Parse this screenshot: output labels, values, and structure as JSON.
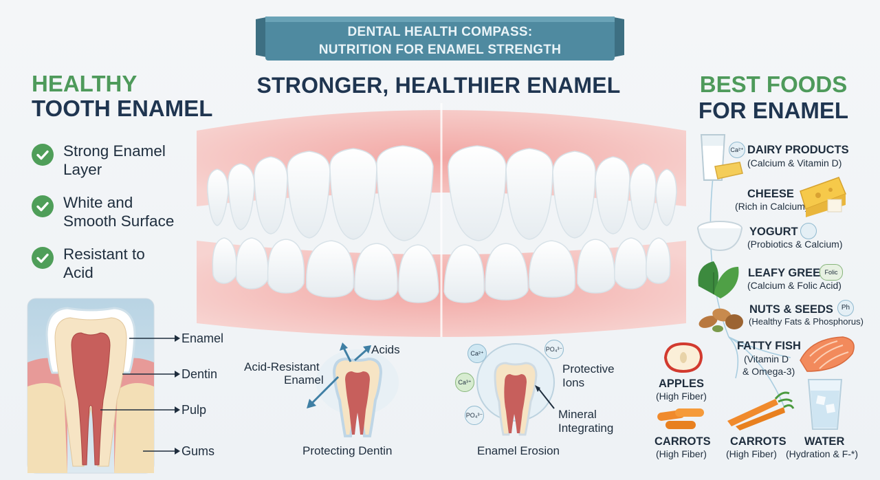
{
  "banner": {
    "line1": "DENTAL HEALTH COMPASS:",
    "line2": "NUTRITION FOR ENAMEL STRENGTH"
  },
  "left": {
    "title_green": "HEALTHY",
    "title_dark": "TOOTH ENAMEL",
    "features": [
      {
        "line1": "Strong Enamel",
        "line2": "Layer"
      },
      {
        "line1": "White and",
        "line2": "Smooth Surface"
      },
      {
        "line1": "Resistant to",
        "line2": "Acid"
      }
    ],
    "anatomy": [
      "Enamel",
      "Dentin",
      "Pulp",
      "Gums"
    ]
  },
  "center": {
    "title": "STRONGER, HEALTHIER ENAMEL",
    "diagram_left": {
      "acids": "Acids",
      "acid_resistant_1": "Acid-Resistant",
      "acid_resistant_2": "Enamel",
      "caption": "Protecting Dentin"
    },
    "diagram_right": {
      "ions": [
        "Ca²⁺",
        "PO₄³⁻",
        "Ca³⁺",
        "PO₄³⁻"
      ],
      "protective_1": "Protective",
      "protective_2": "Ions",
      "mineral_1": "Mineral",
      "mineral_2": "Integrating",
      "caption": "Enamel Erosion"
    }
  },
  "right": {
    "title_green": "BEST FOODS",
    "title_dark": "FOR ENAMEL",
    "foods": [
      {
        "name": "DAIRY PRODUCTS",
        "desc": "(Calcium & Vitamin D)",
        "badge": "Ca²⁺"
      },
      {
        "name": "CHEESE",
        "desc": "(Rich in Calcium)"
      },
      {
        "name": "YOGURT",
        "desc": "(Probiotics & Calcium)"
      },
      {
        "name": "LEAFY GREENS",
        "desc": "(Calcium & Folic Acid)",
        "badge": "Folic"
      },
      {
        "name": "NUTS & SEEDS",
        "desc": "(Healthy Fats & Phosphorus)",
        "badge": "Ph"
      },
      {
        "name": "FATTY FISH",
        "desc1": "(Vitamin D",
        "desc2": "& Omega-3)"
      },
      {
        "name": "APPLES",
        "desc": "(High Fiber)"
      },
      {
        "name": "CARROTS",
        "desc": "(High Fiber)"
      },
      {
        "name": "CARROTS",
        "desc": "(High Fiber)"
      },
      {
        "name": "WATER",
        "desc": "(Hydration & F-*)"
      }
    ]
  },
  "colors": {
    "accent_green": "#4e9a5b",
    "navy": "#1f3550",
    "banner": "#4f8aa0",
    "gum": "#e79a98"
  }
}
